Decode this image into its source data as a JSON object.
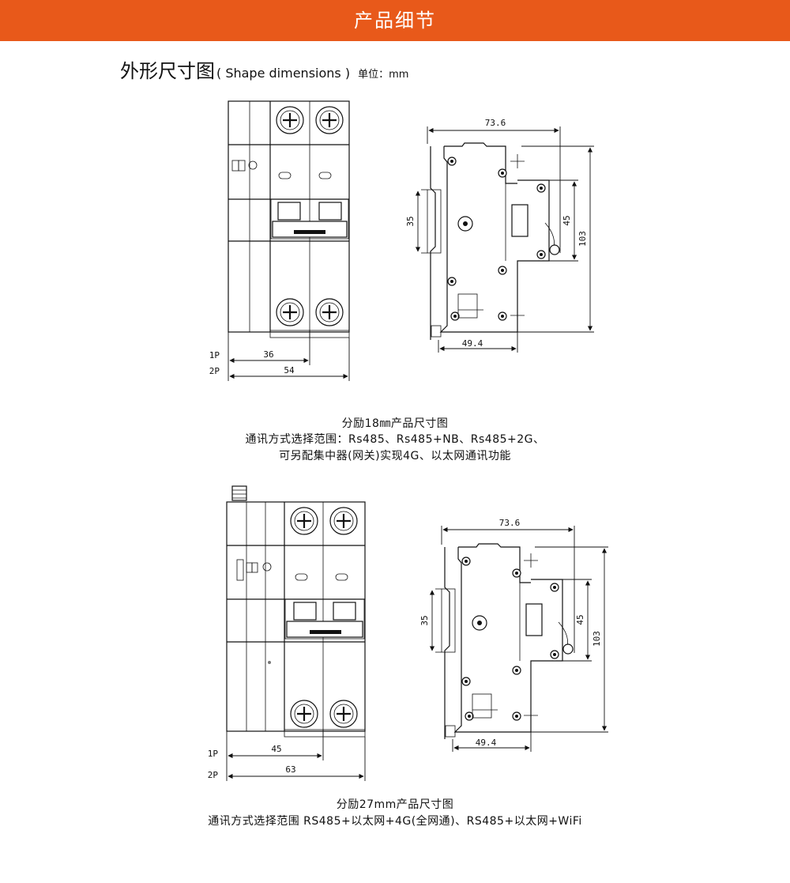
{
  "header": {
    "title": "产品细节"
  },
  "section": {
    "title_zh": "外形尺寸图",
    "title_en": "( Shape dimensions )",
    "unit": "单位：mm"
  },
  "diagram1": {
    "front": {
      "pole1_label": "1P",
      "pole2_label": "2P",
      "width_1p": "36",
      "width_2p": "54"
    },
    "side": {
      "depth": "73.6",
      "rail": "35",
      "front_height": "45",
      "height": "103",
      "base": "49.4"
    },
    "caption_line1": "分励18㎜产品尺寸图",
    "caption_line2": "通讯方式选择范围：Rs485、Rs485+NB、Rs485+2G、",
    "caption_line3": "可另配集中器(网关)实现4G、以太网通讯功能"
  },
  "diagram2": {
    "front": {
      "pole1_label": "1P",
      "pole2_label": "2P",
      "width_1p": "45",
      "width_2p": "63"
    },
    "side": {
      "depth": "73.6",
      "rail": "35",
      "front_height": "45",
      "height": "103",
      "base": "49.4"
    },
    "caption_line1": "分励27mm产品尺寸图",
    "caption_line2": "通讯方式选择范围   RS485+以太网+4G(全网通)、RS485+以太网+WiFi"
  },
  "colors": {
    "banner": "#e8591a",
    "banner_text": "#ffffff",
    "line": "#111111"
  }
}
